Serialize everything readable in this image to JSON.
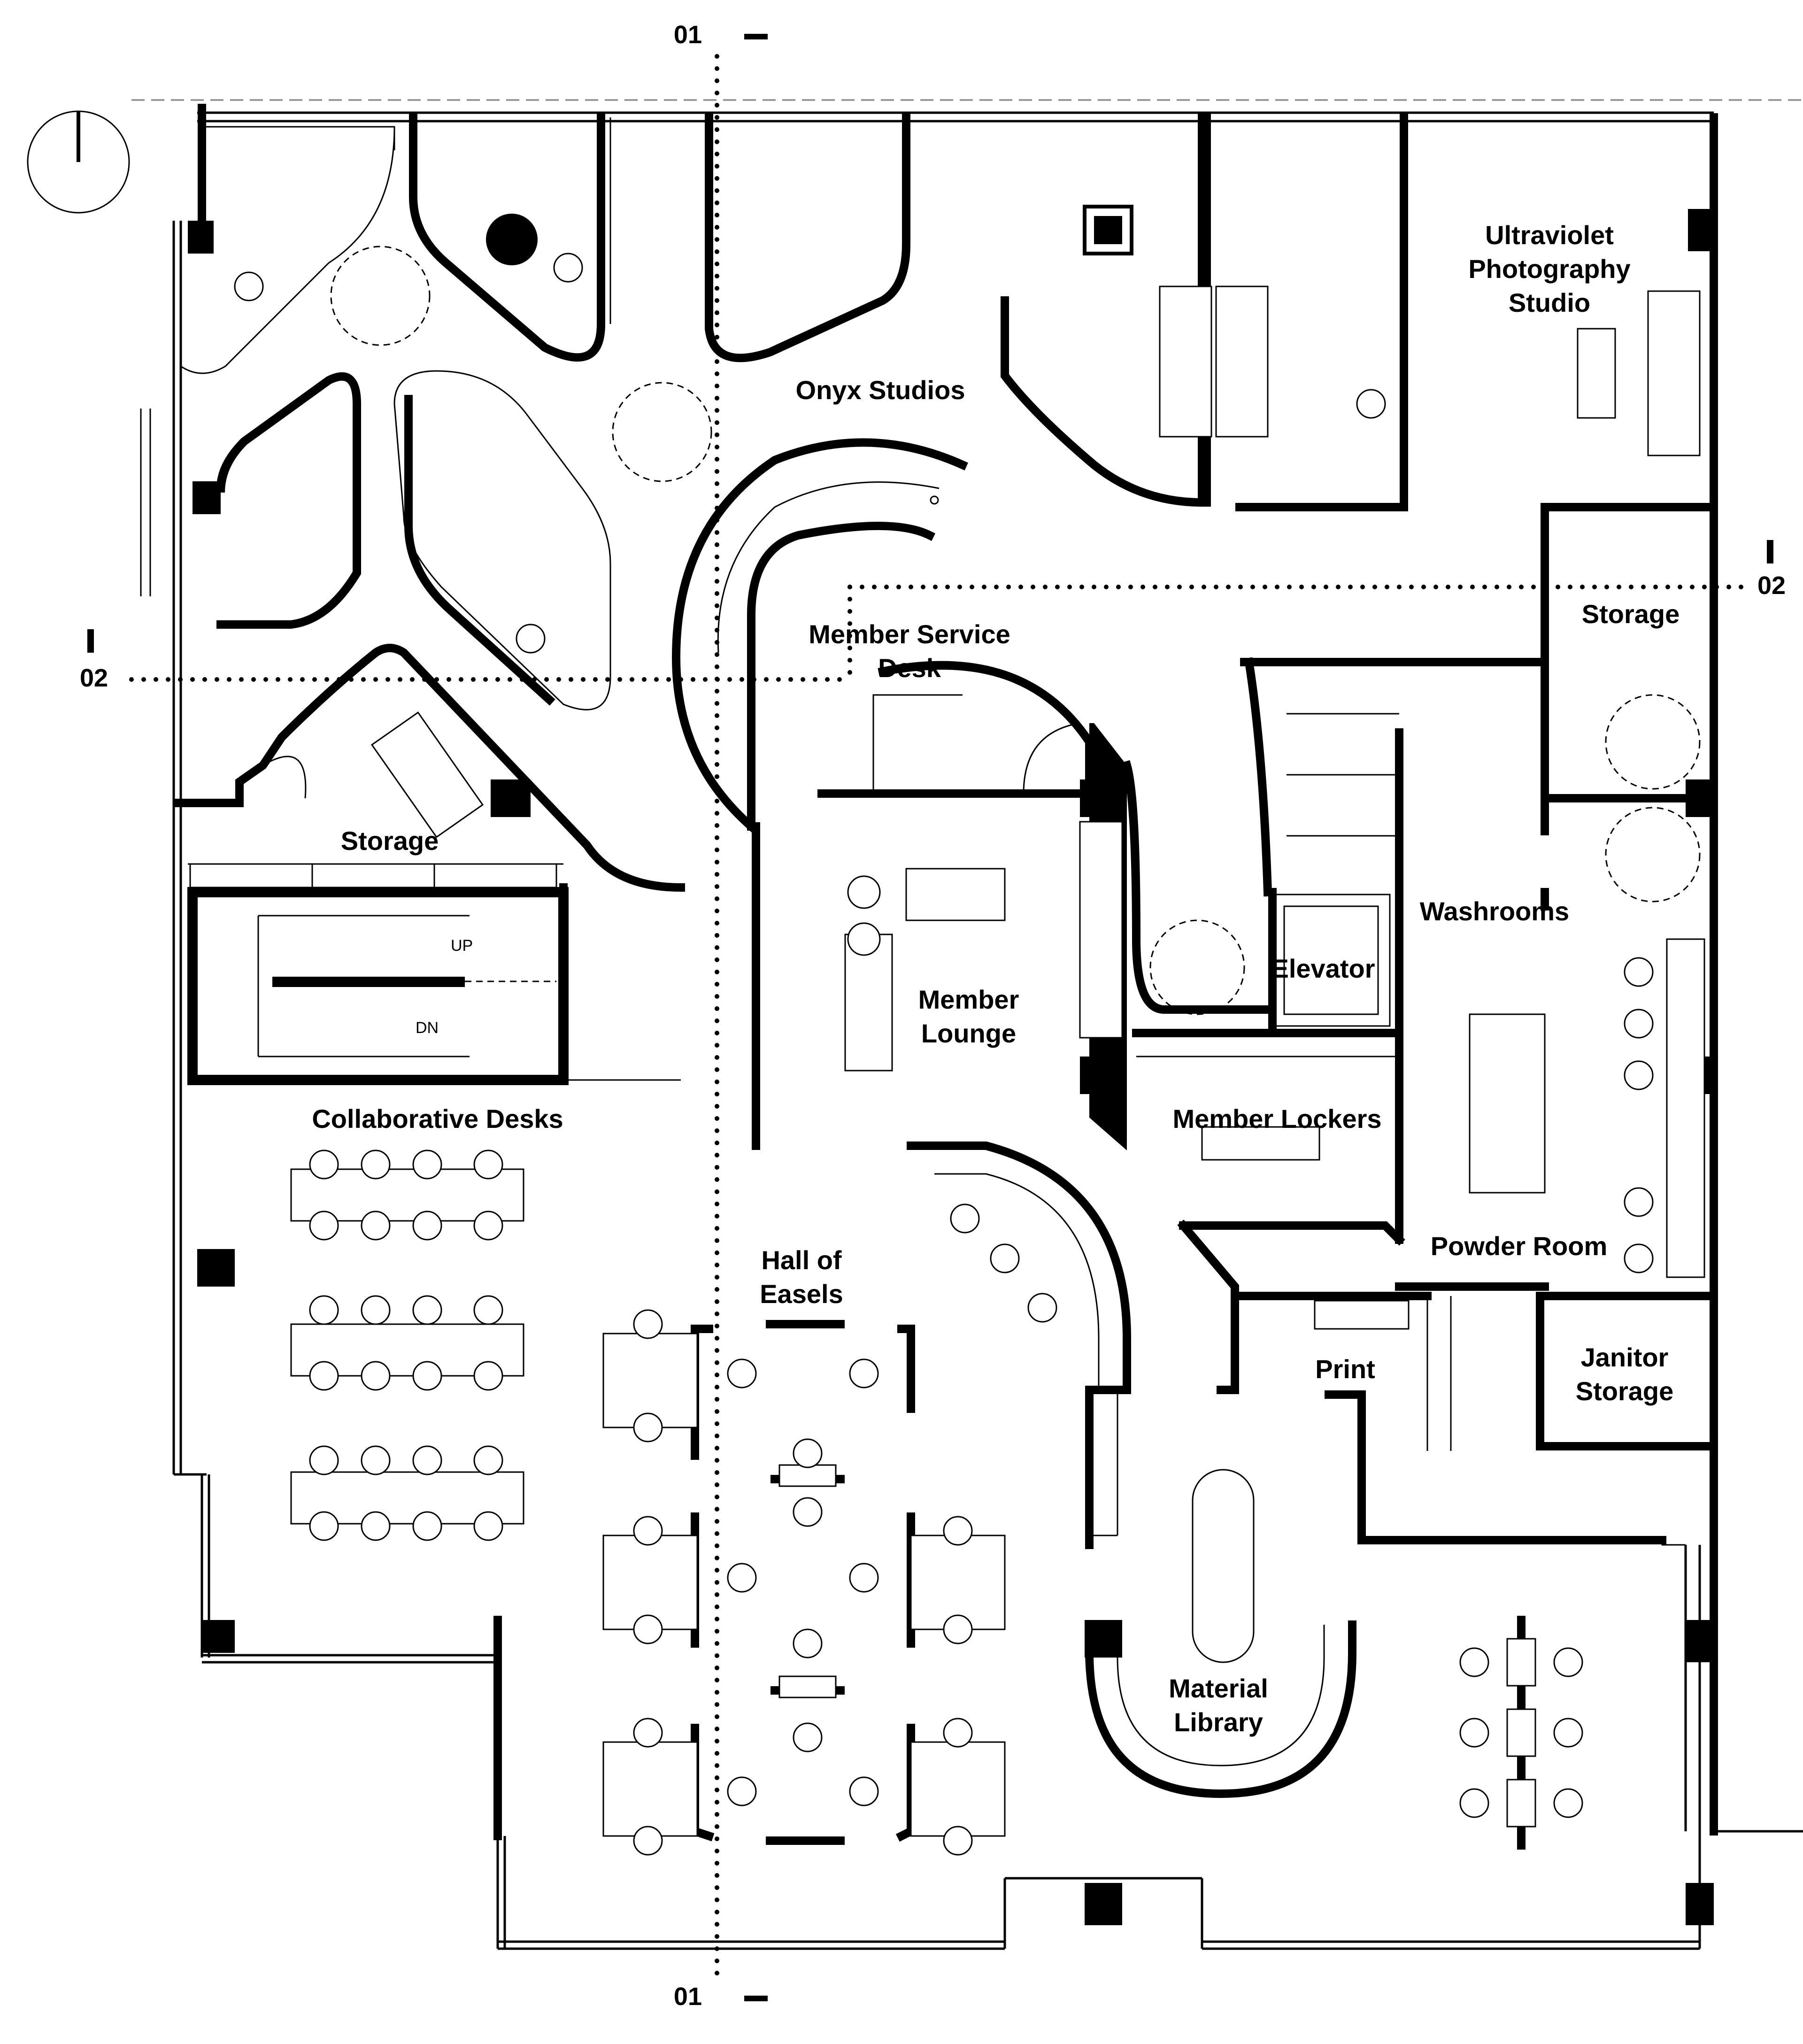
{
  "section_markers": {
    "top_01": "01",
    "bottom_01": "01",
    "left_02": "02",
    "right_02": "02"
  },
  "stair_labels": {
    "up": "UP",
    "down": "DN"
  },
  "rooms": {
    "onyx_studios": "Onyx Studios",
    "uv_studio_1": "Ultraviolet",
    "uv_studio_2": "Photography",
    "uv_studio_3": "Studio",
    "storage_right": "Storage",
    "member_service_1": "Member Service",
    "member_service_2": "Desk",
    "storage_left": "Storage",
    "washrooms": "Washrooms",
    "elevator": "Elevator",
    "member_lounge_1": "Member",
    "member_lounge_2": "Lounge",
    "collaborative_desks": "Collaborative Desks",
    "member_lockers": "Member Lockers",
    "powder_room": "Powder Room",
    "hall_of_easels_1": "Hall of",
    "hall_of_easels_2": "Easels",
    "print": "Print",
    "janitor_storage_1": "Janitor",
    "janitor_storage_2": "Storage",
    "material_library_1": "Material",
    "material_library_2": "Library"
  }
}
